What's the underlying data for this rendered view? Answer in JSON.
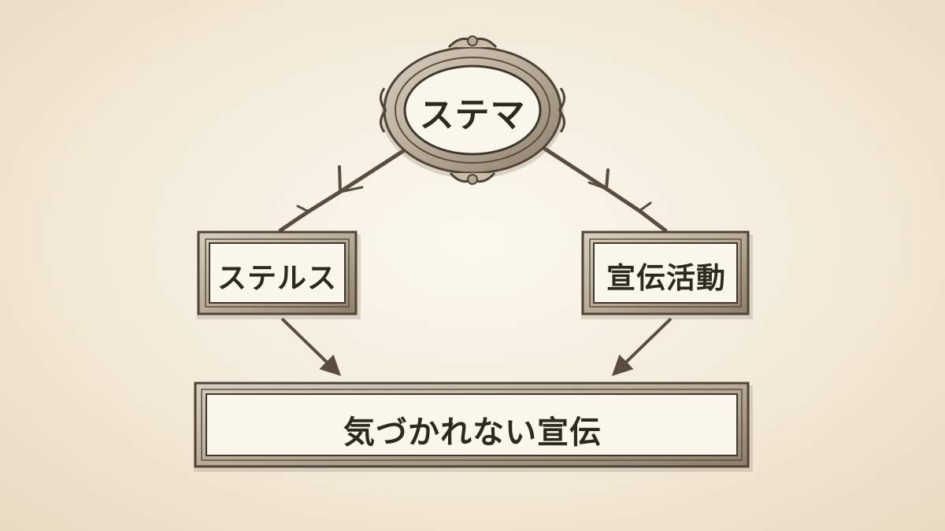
{
  "diagram": {
    "nodes": {
      "top": "ステマ",
      "left": "ステルス",
      "right": "宣伝活動",
      "bottom": "気づかれない宣伝"
    },
    "edges": [
      {
        "from": "top",
        "to": "left"
      },
      {
        "from": "top",
        "to": "right"
      },
      {
        "from": "left",
        "to": "bottom"
      },
      {
        "from": "right",
        "to": "bottom"
      }
    ]
  }
}
